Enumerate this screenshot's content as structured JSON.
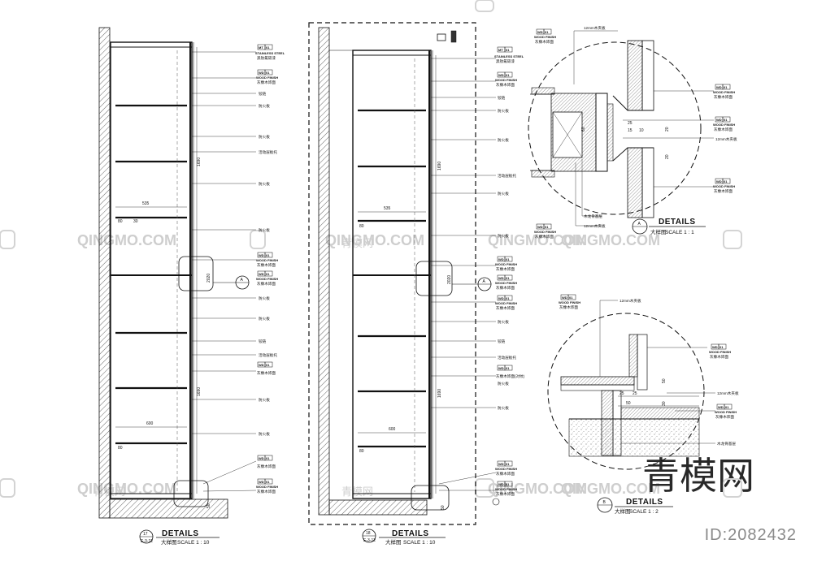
{
  "watermark": {
    "logo_text": "QINGMO.COM",
    "cn_small": "青模网",
    "cn_large": "青模网",
    "id_label": "ID:2082432"
  },
  "tags": {
    "ss_code": "MT",
    "ss_num": "01",
    "ss_name": "STAINLESS STEEL",
    "ss_cn": "黑钛氟碳漆",
    "wd_code": "WD",
    "wd_num": "01",
    "wd_name": "WOOD FINISH",
    "wd_cn": "灰橡木饰面"
  },
  "notes": {
    "fire_board": "防火板",
    "hinge": "铰链",
    "shelf": "活动层板",
    "shelf_bracket": "活动层板托",
    "wood_finish_alt": "灰橡木饰面(对纹)",
    "ply12": "12mm木夹板",
    "wood_keel": "木龙骨基层"
  },
  "left_panel": {
    "number": "17",
    "sheet_ref": "E-3-12",
    "title": "DETAILS",
    "subtitle": "大样图",
    "scale": "SCALE 1 : 10",
    "dims": {
      "h1": "1690",
      "h2": "1690",
      "w1": "535",
      "w2": "600",
      "small1": "80",
      "small2": "80",
      "small3": "30",
      "gap": "2020",
      "bot": "50"
    }
  },
  "mid_panel": {
    "number": "18",
    "sheet_ref": "E-3-12",
    "title": "DETAILS",
    "subtitle": "大样图",
    "scale": "SCALE 1 : 10",
    "dims": {
      "h1": "1690",
      "h2": "1690",
      "w1": "535",
      "w2": "600",
      "small1": "80",
      "small2": "80",
      "gap": "2020",
      "bot": "50"
    }
  },
  "detail_a": {
    "letter": "A",
    "title": "DETAILS",
    "subtitle": "大样图",
    "scale": "SCALE 1 : 1",
    "dims": {
      "d1": "25",
      "d2": "15",
      "d3": "10",
      "d4": "20",
      "d5": "20",
      "d6": "60"
    }
  },
  "detail_b": {
    "letter": "B",
    "title": "DETAILS",
    "subtitle": "大样图",
    "scale": "SCALE 1 : 2",
    "dims": {
      "d1": "25",
      "d2": "25",
      "d3": "50",
      "d4": "50",
      "d5": "30"
    }
  },
  "callout_refs": {
    "a_ref": "A"
  }
}
